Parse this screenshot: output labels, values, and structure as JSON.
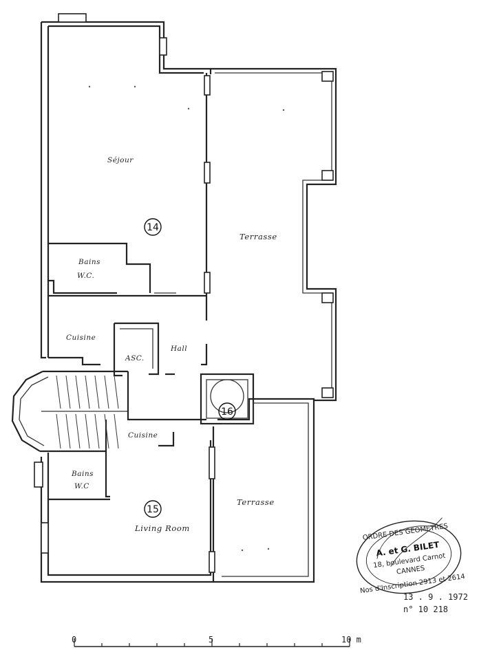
{
  "rooms": {
    "sejour": "Séjour",
    "terrasse_upper": "Terrasse",
    "bains_wc_upper": [
      "Bains",
      "W.C."
    ],
    "cuisine_upper": "Cuisine",
    "asc": "ASC.",
    "hall": "Hall",
    "cuisine_lower": "Cuisine",
    "bains_wc_lower": [
      "Bains",
      "W.C"
    ],
    "living_room": "Living Room",
    "terrasse_lower": "Terrasse"
  },
  "units": [
    "14",
    "15",
    "16"
  ],
  "scale": {
    "labels": [
      "0",
      "5",
      "10 m"
    ]
  },
  "stamp": {
    "arc": "ORDRE DES GEOMETRES",
    "name": "A. et G. BILET",
    "address": "18, boulevard Carnot",
    "city": "CANNES",
    "registration": "Nos d'Inscription 2913 et 2614"
  },
  "date": "13 . 9 . 1972",
  "reference": "n° 10 218"
}
